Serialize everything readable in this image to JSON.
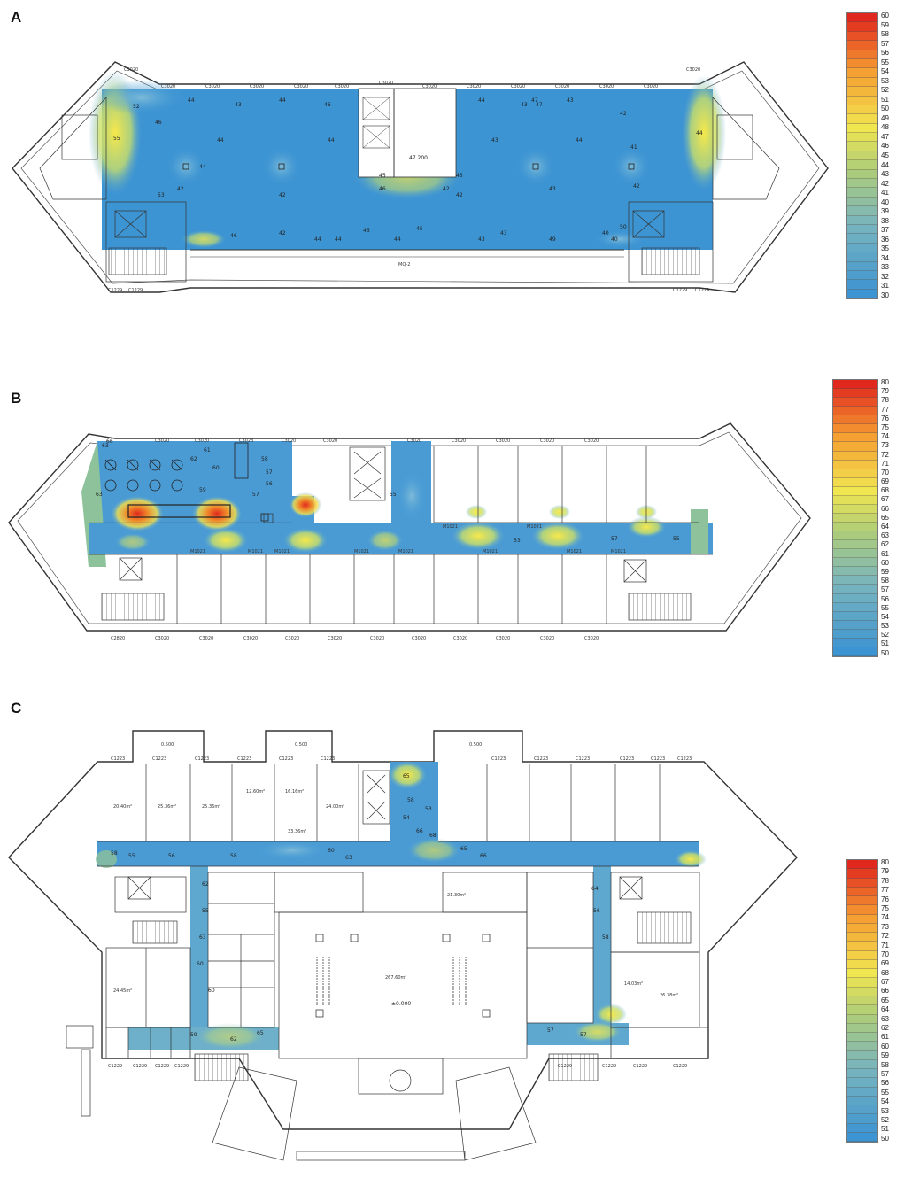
{
  "panels": [
    {
      "label": "A",
      "legend": {
        "min": 30,
        "max": 60
      },
      "window_labels": [
        "C3020",
        "C3020",
        "C3020",
        "C3020",
        "C3020",
        "C3020",
        "C3020",
        "C3020",
        "C3020",
        "C3020",
        "C3020",
        "C3020",
        "C3020",
        "C3020"
      ],
      "bottom_labels": [
        "C1229",
        "C1229",
        "C1229",
        "C1229"
      ],
      "corridor_label": "MQ-2",
      "elevation": "47.200",
      "measurements": [
        "52",
        "44",
        "43",
        "44",
        "46",
        "44",
        "43",
        "43",
        "47",
        "42",
        "46",
        "55",
        "44",
        "44",
        "43",
        "44",
        "41",
        "44",
        "53",
        "44",
        "42",
        "42",
        "45",
        "43",
        "42",
        "46",
        "43",
        "42",
        "42",
        "44",
        "46",
        "45",
        "40",
        "43",
        "44",
        "49",
        "46",
        "43",
        "47",
        "44",
        "50",
        "40",
        "42"
      ]
    },
    {
      "label": "B",
      "legend": {
        "min": 50,
        "max": 80
      },
      "window_labels": [
        "C3020",
        "C3020",
        "C3028",
        "C3020",
        "C3020",
        "C3020",
        "C3020",
        "C3020",
        "C3020",
        "C3020"
      ],
      "bottom_labels": [
        "C2820",
        "C3020",
        "C3020",
        "C3020",
        "C3020",
        "C3020",
        "C3020",
        "C3020",
        "C3020",
        "C3020",
        "C3020",
        "C3020"
      ],
      "door_labels": [
        "M1021",
        "M1021",
        "M1021",
        "M1021",
        "M1021",
        "M1021",
        "M1021",
        "M1021",
        "M1021",
        "M1021"
      ],
      "measurements": [
        "63",
        "66",
        "62",
        "60",
        "61",
        "58",
        "57",
        "56",
        "57",
        "63",
        "59",
        "55",
        "55",
        "57",
        "53"
      ]
    },
    {
      "label": "C",
      "legend": {
        "min": 50,
        "max": 80
      },
      "window_labels": [
        "C1223",
        "C1223",
        "C1223",
        "C1223",
        "C1223",
        "C1223",
        "C1223",
        "C1223",
        "C1223",
        "C1223",
        "C1223",
        "C1223"
      ],
      "bottom_labels": [
        "C1229",
        "C1229",
        "C1229",
        "C1229",
        "C1229",
        "C1229",
        "C1229",
        "C1229"
      ],
      "top_marks": [
        "0.500",
        "0.500",
        "0.500"
      ],
      "elevation": "±0.000",
      "measurements": [
        "58",
        "55",
        "56",
        "58",
        "60",
        "63",
        "65",
        "58",
        "54",
        "53",
        "66",
        "68",
        "65",
        "66",
        "64",
        "57",
        "62",
        "55",
        "63",
        "60",
        "60",
        "56",
        "58",
        "57",
        "62",
        "65",
        "59"
      ],
      "room_areas": [
        "20.40m²",
        "25.36m²",
        "25.36m²",
        "12.60m²",
        "16.16m²",
        "24.00m²",
        "33.36m²",
        "21.30m²",
        "14.03m²",
        "267.60m²",
        "26.38m²",
        "24.45m²"
      ]
    }
  ]
}
